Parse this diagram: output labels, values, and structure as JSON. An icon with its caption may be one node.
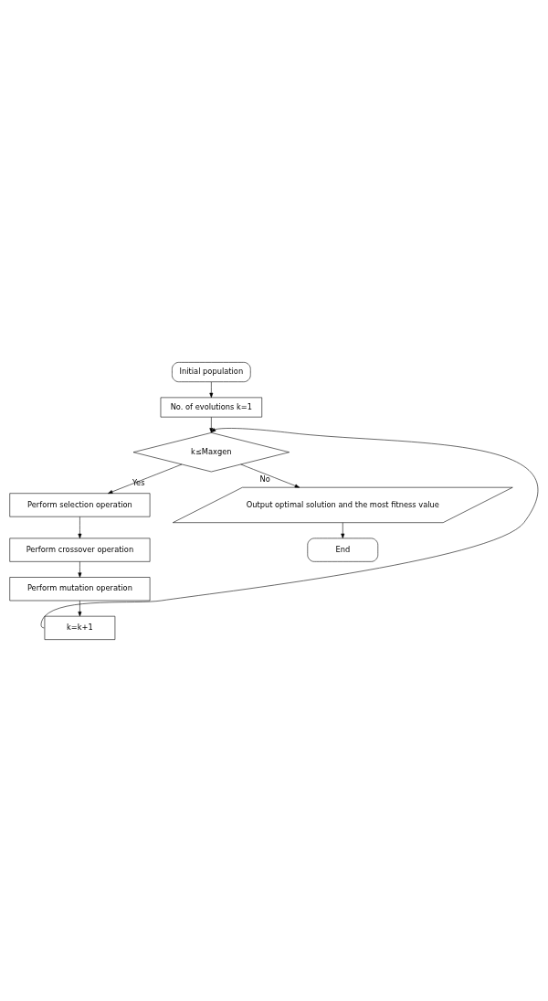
{
  "diagram": {
    "nodes": [
      {
        "text": [
          "Initial population"
        ]
      },
      {
        "text": [
          "No. of evolutions k=1"
        ]
      },
      {
        "text": [
          "k≤Maxgen"
        ]
      },
      {
        "text": [
          "Perform selection operation"
        ]
      },
      {
        "text": [
          "Perform crossover operation"
        ]
      },
      {
        "text": [
          "Perform mutation operation"
        ]
      },
      {
        "text": [
          "k=k+1"
        ]
      },
      {
        "text": [
          "Output optimal solution and the most fitness value"
        ]
      },
      {
        "text": [
          "End"
        ]
      }
    ],
    "edges": [
      {
        "from": 0,
        "to": 1,
        "arrow": "to"
      },
      {
        "from": 1,
        "to": 2,
        "arrow": "to"
      },
      {
        "from": 2,
        "to": 3,
        "arrow": "to",
        "label": "Yes"
      },
      {
        "from": 3,
        "to": 4,
        "arrow": "to"
      },
      {
        "from": 4,
        "to": 5,
        "arrow": "to"
      },
      {
        "from": 5,
        "to": 6,
        "arrow": "to"
      },
      {
        "from": 6,
        "to": 2,
        "arrow": "to"
      },
      {
        "from": 2,
        "to": 7,
        "arrow": "to",
        "label": "No"
      },
      {
        "from": 7,
        "to": 8,
        "arrow": "to"
      }
    ]
  }
}
